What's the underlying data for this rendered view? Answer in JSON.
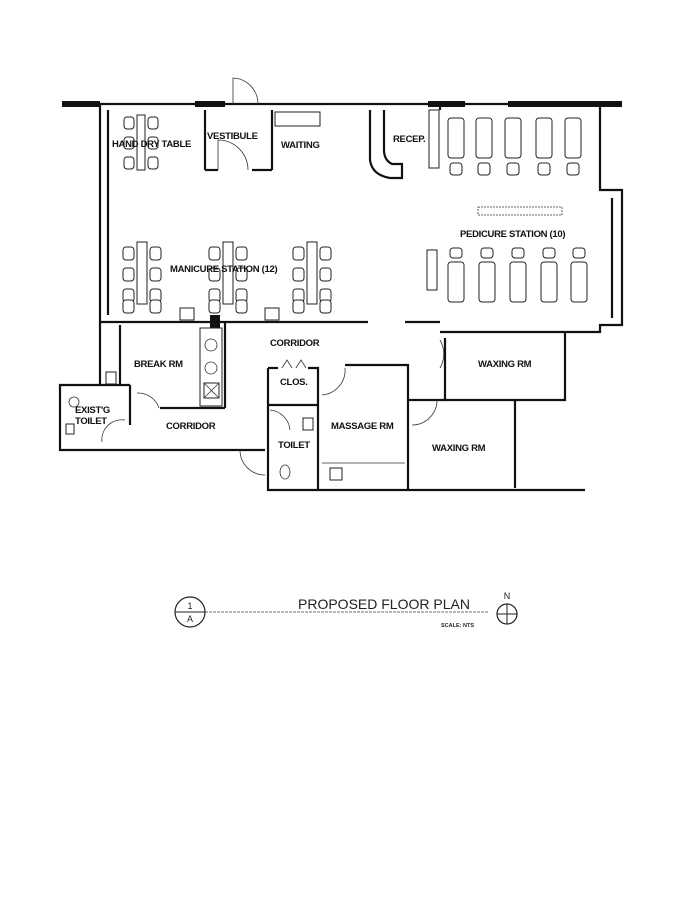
{
  "plan": {
    "rooms": {
      "hand_dry_table": "HAND DRY TABLE",
      "vestibule": "VESTIBULE",
      "waiting": "WAITING",
      "reception": "RECEP.",
      "pedicure": "PEDICURE STATION (10)",
      "manicure": "MANICURE STATION (12)",
      "corridor_upper": "CORRIDOR",
      "break_room": "BREAK RM",
      "closet": "CLOS.",
      "waxing_1": "WAXING RM",
      "existing_toilet_1": "EXIST'G",
      "existing_toilet_2": "TOILET",
      "corridor_lower": "CORRIDOR",
      "toilet": "TOILET",
      "massage": "MASSAGE RM",
      "waxing_2": "WAXING RM"
    }
  },
  "title_block": {
    "detail_number": "1",
    "sheet": "A",
    "title": "PROPOSED FLOOR PLAN",
    "scale": "SCALE: NTS",
    "north": "N"
  }
}
